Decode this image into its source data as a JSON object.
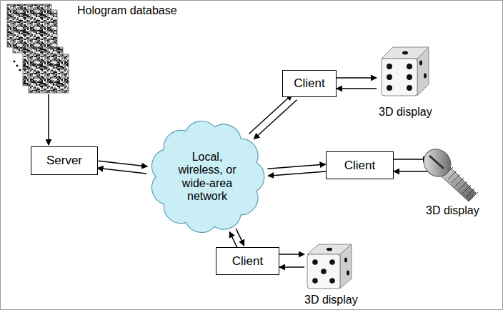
{
  "diagram": {
    "nodes": [
      {
        "text": [
          "Server"
        ]
      },
      {
        "text": [
          "Local, wireless, or wide-area network"
        ]
      },
      {
        "text": [
          "Client"
        ]
      },
      {
        "text": [
          "Client"
        ]
      },
      {
        "text": [
          "Client"
        ]
      }
    ],
    "edges": [
      {
        "from": 0,
        "to": 1,
        "arrow": "to"
      },
      {
        "from": 1,
        "to": 0,
        "arrow": "to"
      },
      {
        "from": 1,
        "to": 2,
        "arrow": "to"
      },
      {
        "from": 2,
        "to": 1,
        "arrow": "to"
      },
      {
        "from": 1,
        "to": 3,
        "arrow": "to"
      },
      {
        "from": 3,
        "to": 1,
        "arrow": "to"
      },
      {
        "from": 1,
        "to": 4,
        "arrow": "to"
      },
      {
        "from": 4,
        "to": 1,
        "arrow": "to"
      }
    ],
    "labels": [
      "Hologram database",
      "3D display",
      "3D display",
      "3D display"
    ]
  }
}
